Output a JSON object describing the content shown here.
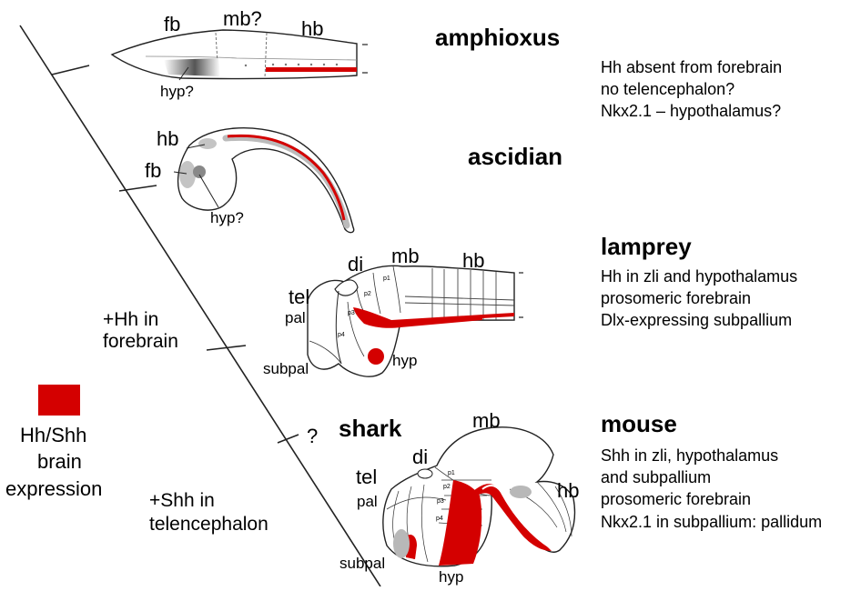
{
  "colors": {
    "expression": "#d40000",
    "grey": "#b8b8b8",
    "outline": "#222222"
  },
  "legend": {
    "lines": [
      "Hh/Shh",
      "brain",
      "expression"
    ]
  },
  "tree": {
    "forebrain_note": [
      "+Hh in",
      "forebrain"
    ],
    "telencephalon_note": [
      "+Shh in",
      "telencephalon"
    ],
    "unknown_mark": "?"
  },
  "amphioxus": {
    "name": "amphioxus",
    "labels": {
      "fb": "fb",
      "mb": "mb?",
      "hb": "hb",
      "hyp": "hyp?"
    },
    "notes": [
      "Hh absent from forebrain",
      "no telencephalon?",
      "Nkx2.1 – hypothalamus?"
    ]
  },
  "ascidian": {
    "name": "ascidian",
    "labels": {
      "hb": "hb",
      "fb": "fb",
      "hyp": "hyp?"
    }
  },
  "lamprey": {
    "name": "lamprey",
    "labels": {
      "tel": "tel",
      "di": "di",
      "mb": "mb",
      "hb": "hb",
      "pal": "pal",
      "subpal": "subpal",
      "hyp": "hyp",
      "p1": "p1",
      "p2": "p2",
      "p3": "p3",
      "p4": "p4"
    },
    "notes": [
      "Hh in zli and hypothalamus",
      "prosomeric forebrain",
      "Dlx-expressing subpallium"
    ]
  },
  "shark": {
    "name": "shark"
  },
  "mouse": {
    "name": "mouse",
    "labels": {
      "tel": "tel",
      "di": "di",
      "mb": "mb",
      "hb": "hb",
      "pal": "pal",
      "subpal": "subpal",
      "hyp": "hyp",
      "p1": "p1",
      "p2": "p2",
      "p3": "p3",
      "p4": "p4"
    },
    "notes": [
      "Shh in zli, hypothalamus",
      "and subpallium",
      "prosomeric forebrain",
      "Nkx2.1 in subpallium: pallidum"
    ]
  }
}
